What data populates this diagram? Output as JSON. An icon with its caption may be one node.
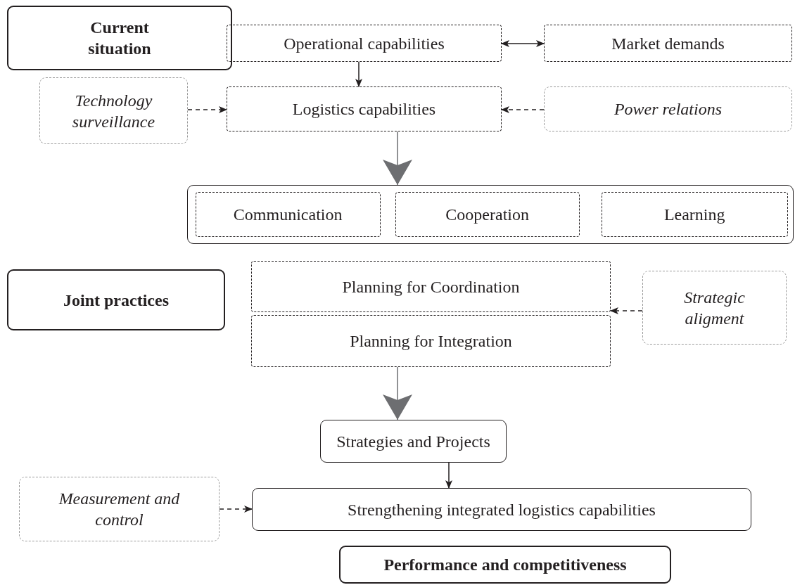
{
  "diagram": {
    "nodes": [
      {
        "text": [
          "Current situation"
        ]
      },
      {
        "text": [
          "Operational capabilities"
        ]
      },
      {
        "text": [
          "Market demands"
        ]
      },
      {
        "text": [
          "Technology surveillance"
        ]
      },
      {
        "text": [
          "Logistics capabilities"
        ]
      },
      {
        "text": [
          "Power relations"
        ]
      },
      {
        "text": [],
        "shape": "box"
      },
      {
        "text": [
          "Communication"
        ],
        "in": 6
      },
      {
        "text": [
          "Cooperation"
        ],
        "in": 6
      },
      {
        "text": [
          "Learning"
        ],
        "in": 6
      },
      {
        "text": [
          "Joint practices"
        ]
      },
      {
        "text": [
          "Planning for Coordination"
        ]
      },
      {
        "text": [
          "Planning for Integration"
        ]
      },
      {
        "text": [
          "Strategic aligment"
        ]
      },
      {
        "text": [
          "Strategies and Projects"
        ]
      },
      {
        "text": [
          "Measurement and control"
        ]
      },
      {
        "text": [
          "Strengthening integrated logistics capabilities"
        ]
      },
      {
        "text": [
          "Performance and competitiveness"
        ]
      }
    ],
    "edges": [
      {
        "from": 1,
        "to": 2,
        "arrow": "both"
      },
      {
        "from": 1,
        "to": 4,
        "arrow": "to"
      },
      {
        "from": 3,
        "to": 4,
        "arrow": "to",
        "style": "dashed"
      },
      {
        "from": 5,
        "to": 4,
        "arrow": "to",
        "style": "dashed"
      },
      {
        "from": 4,
        "to": 6,
        "arrow": "to",
        "color": "#6d6e71"
      },
      {
        "from": 13,
        "to": 11,
        "arrow": "to",
        "style": "dashed"
      },
      {
        "from": 12,
        "to": 14,
        "arrow": "to",
        "color": "#6d6e71"
      },
      {
        "from": 14,
        "to": 16,
        "arrow": "to"
      },
      {
        "from": 15,
        "to": 16,
        "arrow": "to",
        "style": "dashed"
      }
    ]
  }
}
